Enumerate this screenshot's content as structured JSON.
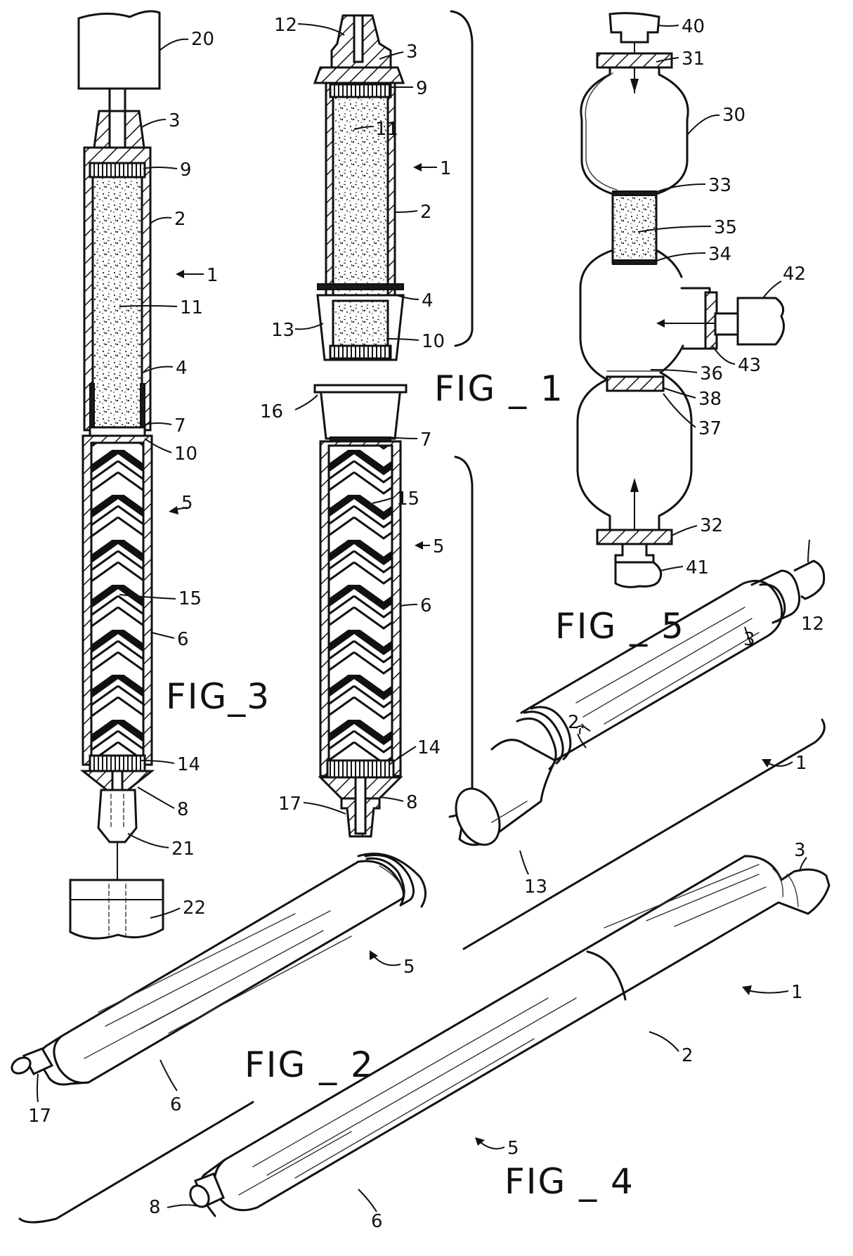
{
  "figures": {
    "fig1": "FIG _ 1",
    "fig2": "FIG _ 2",
    "fig3": "FIG_3",
    "fig4": "FIG _ 4",
    "fig5": "FIG _ 5"
  },
  "labels": {
    "fig3": {
      "l20": "20",
      "l3": "3",
      "l9": "9",
      "l2": "2",
      "l1": "1",
      "l11": "11",
      "l4": "4",
      "l7": "7",
      "l10": "10",
      "l5": "5",
      "l15": "15",
      "l6": "6",
      "l14": "14",
      "l8": "8",
      "l21": "21",
      "l22": "22"
    },
    "fig1": {
      "l12": "12",
      "l3": "3",
      "l9": "9",
      "l11": "11",
      "l1": "1",
      "l2": "2",
      "l4": "4",
      "l13": "13",
      "l10": "10",
      "l16": "16",
      "l7": "7",
      "l15": "15",
      "l5": "5",
      "l6": "6",
      "l14": "14",
      "l17": "17",
      "l8": "8"
    },
    "fig5": {
      "l40": "40",
      "l31": "31",
      "l30": "30",
      "l33": "33",
      "l35": "35",
      "l34": "34",
      "l42": "42",
      "l43": "43",
      "l36": "36",
      "l38": "38",
      "l37": "37",
      "l32": "32",
      "l41": "41"
    },
    "fig2": {
      "l3": "3",
      "l12": "12",
      "l2": "2",
      "l1": "1",
      "l13": "13",
      "l5": "5",
      "l6": "6",
      "l17": "17"
    },
    "fig4": {
      "l3": "3",
      "l1": "1",
      "l2": "2",
      "l5": "5",
      "l6": "6",
      "l8": "8"
    }
  }
}
